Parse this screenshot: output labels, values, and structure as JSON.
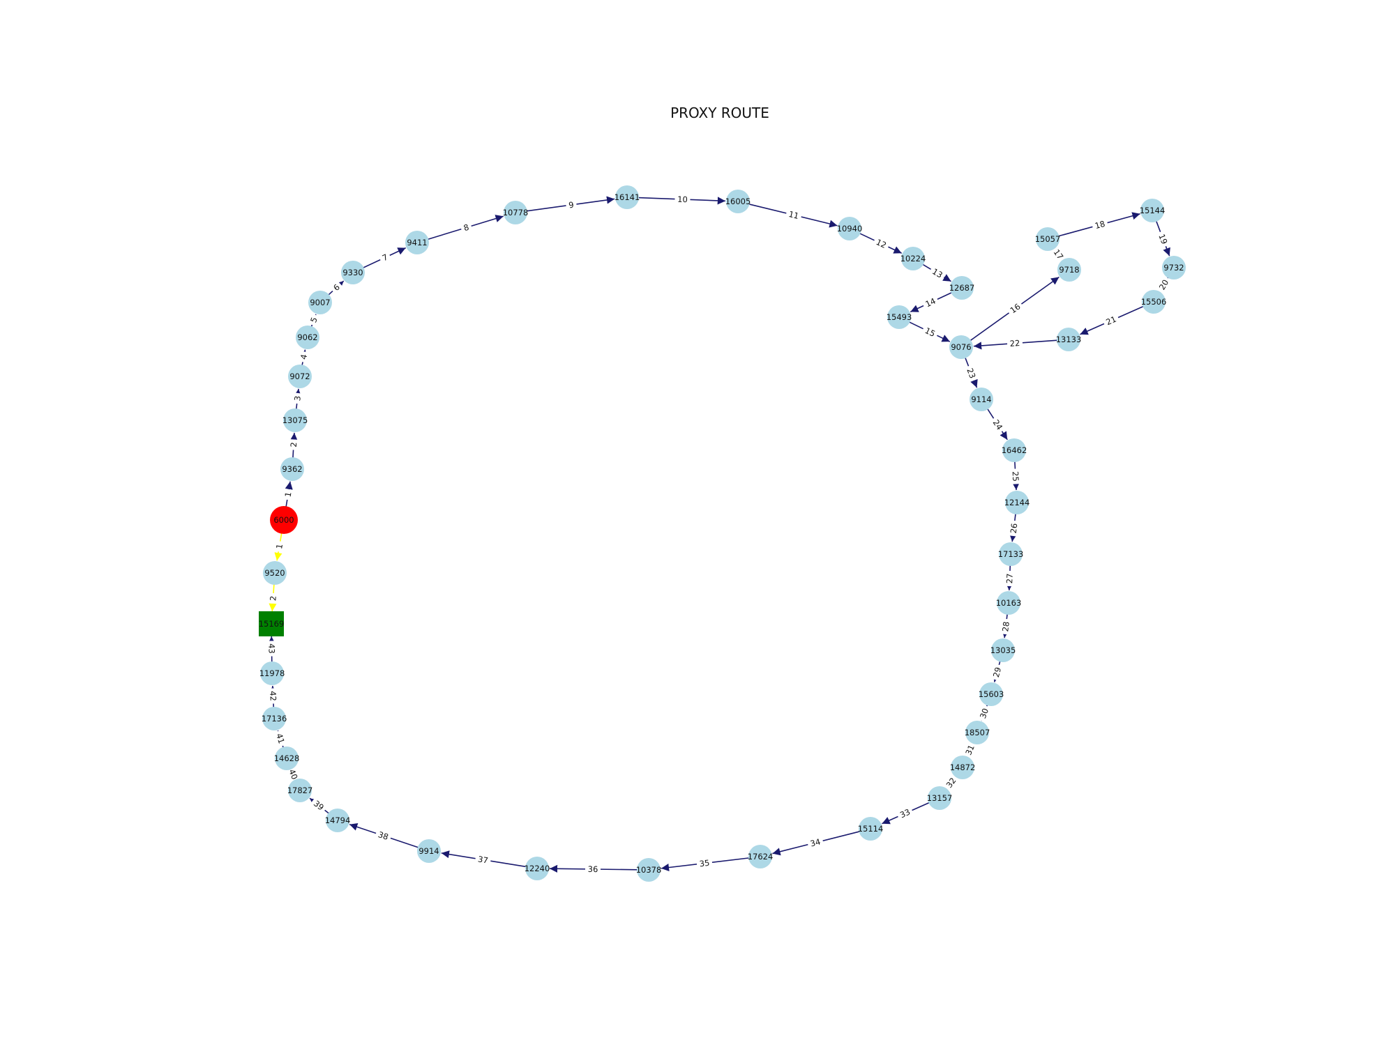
{
  "diagram": {
    "title": "PROXY ROUTE",
    "colors": {
      "node": "#add8e6",
      "start": "#ff0000",
      "target": "#008000",
      "edge": "#1a1a6e",
      "path": "#ffff00"
    },
    "nodes": [
      {
        "id": "6000",
        "kind": "start"
      },
      {
        "id": "9362"
      },
      {
        "id": "13075"
      },
      {
        "id": "9072"
      },
      {
        "id": "9062"
      },
      {
        "id": "9007"
      },
      {
        "id": "9330"
      },
      {
        "id": "9411"
      },
      {
        "id": "10778"
      },
      {
        "id": "16141"
      },
      {
        "id": "16005"
      },
      {
        "id": "10940"
      },
      {
        "id": "10224"
      },
      {
        "id": "12687"
      },
      {
        "id": "15493"
      },
      {
        "id": "9076"
      },
      {
        "id": "9718"
      },
      {
        "id": "15057"
      },
      {
        "id": "15144"
      },
      {
        "id": "9732"
      },
      {
        "id": "15506"
      },
      {
        "id": "13133"
      },
      {
        "id": "9114"
      },
      {
        "id": "16462"
      },
      {
        "id": "12144"
      },
      {
        "id": "17133"
      },
      {
        "id": "10163"
      },
      {
        "id": "13035"
      },
      {
        "id": "15603"
      },
      {
        "id": "18507"
      },
      {
        "id": "14872"
      },
      {
        "id": "13157"
      },
      {
        "id": "15114"
      },
      {
        "id": "17624"
      },
      {
        "id": "10378"
      },
      {
        "id": "12240"
      },
      {
        "id": "9914"
      },
      {
        "id": "14794"
      },
      {
        "id": "17827"
      },
      {
        "id": "14628"
      },
      {
        "id": "17136"
      },
      {
        "id": "11978"
      },
      {
        "id": "15169",
        "kind": "target"
      },
      {
        "id": "9520"
      }
    ],
    "edges": [
      {
        "from": "6000",
        "to": "9362",
        "label": "1"
      },
      {
        "from": "9362",
        "to": "13075",
        "label": "2"
      },
      {
        "from": "13075",
        "to": "9072",
        "label": "3"
      },
      {
        "from": "9072",
        "to": "9062",
        "label": "4"
      },
      {
        "from": "9062",
        "to": "9007",
        "label": "5"
      },
      {
        "from": "9007",
        "to": "9330",
        "label": "6"
      },
      {
        "from": "9330",
        "to": "9411",
        "label": "7"
      },
      {
        "from": "9411",
        "to": "10778",
        "label": "8"
      },
      {
        "from": "10778",
        "to": "16141",
        "label": "9"
      },
      {
        "from": "16141",
        "to": "16005",
        "label": "10"
      },
      {
        "from": "16005",
        "to": "10940",
        "label": "11"
      },
      {
        "from": "10940",
        "to": "10224",
        "label": "12"
      },
      {
        "from": "10224",
        "to": "12687",
        "label": "13"
      },
      {
        "from": "12687",
        "to": "15493",
        "label": "14"
      },
      {
        "from": "15493",
        "to": "9076",
        "label": "15"
      },
      {
        "from": "9076",
        "to": "9718",
        "label": "16"
      },
      {
        "from": "9718",
        "to": "15057",
        "label": "17"
      },
      {
        "from": "15057",
        "to": "15144",
        "label": "18"
      },
      {
        "from": "15144",
        "to": "9732",
        "label": "19"
      },
      {
        "from": "9732",
        "to": "15506",
        "label": "20"
      },
      {
        "from": "15506",
        "to": "13133",
        "label": "21"
      },
      {
        "from": "13133",
        "to": "9076",
        "label": "22"
      },
      {
        "from": "9076",
        "to": "9114",
        "label": "23"
      },
      {
        "from": "9114",
        "to": "16462",
        "label": "24"
      },
      {
        "from": "16462",
        "to": "12144",
        "label": "25"
      },
      {
        "from": "12144",
        "to": "17133",
        "label": "26"
      },
      {
        "from": "17133",
        "to": "10163",
        "label": "27"
      },
      {
        "from": "10163",
        "to": "13035",
        "label": "28"
      },
      {
        "from": "13035",
        "to": "15603",
        "label": "29"
      },
      {
        "from": "15603",
        "to": "18507",
        "label": "30"
      },
      {
        "from": "18507",
        "to": "14872",
        "label": "31"
      },
      {
        "from": "14872",
        "to": "13157",
        "label": "32"
      },
      {
        "from": "13157",
        "to": "15114",
        "label": "33"
      },
      {
        "from": "15114",
        "to": "17624",
        "label": "34"
      },
      {
        "from": "17624",
        "to": "10378",
        "label": "35"
      },
      {
        "from": "10378",
        "to": "12240",
        "label": "36"
      },
      {
        "from": "12240",
        "to": "9914",
        "label": "37"
      },
      {
        "from": "9914",
        "to": "14794",
        "label": "38"
      },
      {
        "from": "14794",
        "to": "17827",
        "label": "39"
      },
      {
        "from": "17827",
        "to": "14628",
        "label": "40"
      },
      {
        "from": "14628",
        "to": "17136",
        "label": "41"
      },
      {
        "from": "17136",
        "to": "11978",
        "label": "42"
      },
      {
        "from": "11978",
        "to": "15169",
        "label": "43"
      },
      {
        "from": "6000",
        "to": "9520",
        "label": "1",
        "kind": "path"
      },
      {
        "from": "9520",
        "to": "15169",
        "label": "2",
        "kind": "path"
      }
    ]
  }
}
